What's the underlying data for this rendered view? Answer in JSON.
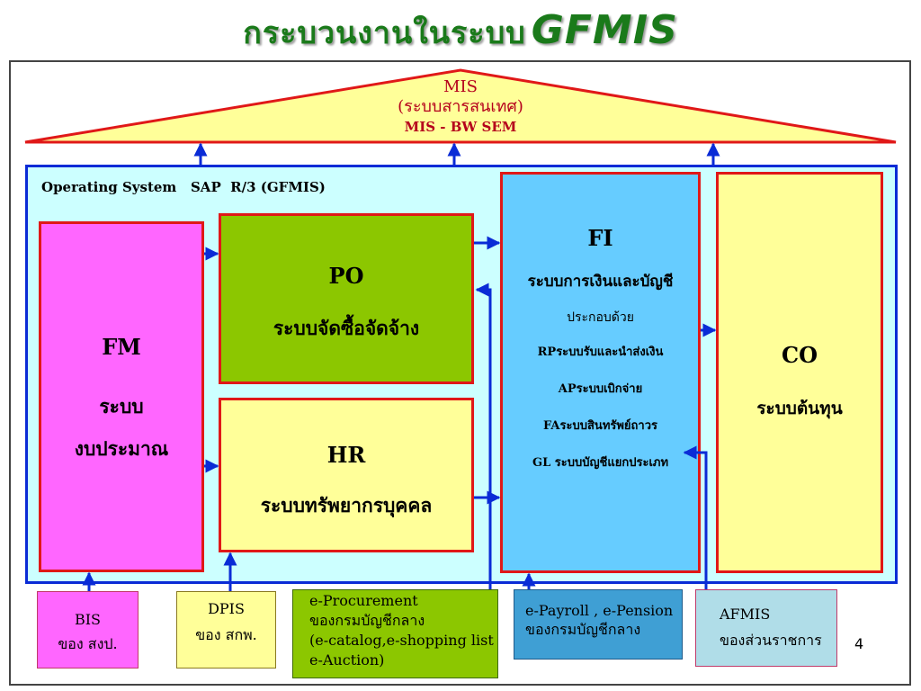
{
  "title": {
    "thai": "กระบวนงานในระบบ",
    "brand": "GFMIS"
  },
  "roof": {
    "line1": "MIS",
    "line2": "(ระบบสารสนเทศ)",
    "line3": "MIS - BW SEM"
  },
  "operating_system_label": "Operating System   SAP  R/3 (GFMIS)",
  "fm": {
    "code": "FM",
    "line1": "ระบบ",
    "line2": "งบประมาณ"
  },
  "po": {
    "code": "PO",
    "name": "ระบบจัดซื้อจัดจ้าง"
  },
  "hr": {
    "code": "HR",
    "name": "ระบบทรัพยากรบุคคล"
  },
  "fi": {
    "code": "FI",
    "name": "ระบบการเงินและบัญชี",
    "consists_of": "ประกอบด้วย",
    "items": [
      "RPระบบรับและนำส่งเงิน",
      "APระบบเบิกจ่าย",
      "FAระบบสินทรัพย์ถาวร",
      "GL ระบบบัญชีแยกประเภท"
    ]
  },
  "co": {
    "code": "CO",
    "name": "ระบบต้นทุน"
  },
  "external": {
    "bis": {
      "line1": "BIS",
      "line2": "ของ สงป."
    },
    "dpis": {
      "line1": "DPIS",
      "line2": "ของ สกพ."
    },
    "eproc": {
      "line1": "e-Procurement",
      "line2": "ของกรมบัญชีกลาง",
      "line3": "(e-catalog,e-shopping list",
      "line4": "e-Auction)"
    },
    "epay": {
      "line1": "e-Payroll , e-Pension",
      "line2": "ของกรมบัญชีกลาง"
    },
    "afmis": {
      "line1": "AFMIS",
      "line2": "ของส่วนราชการ"
    }
  },
  "page_number": "4",
  "colors": {
    "fm": "#ff66ff",
    "po": "#8cc700",
    "hr": "#ffff99",
    "fi": "#66ccff",
    "co": "#ffff99",
    "roof": "#ffff99",
    "opsys": "#ccffff",
    "arrow": "#0a2bd6",
    "title": "#1a7a1a"
  }
}
